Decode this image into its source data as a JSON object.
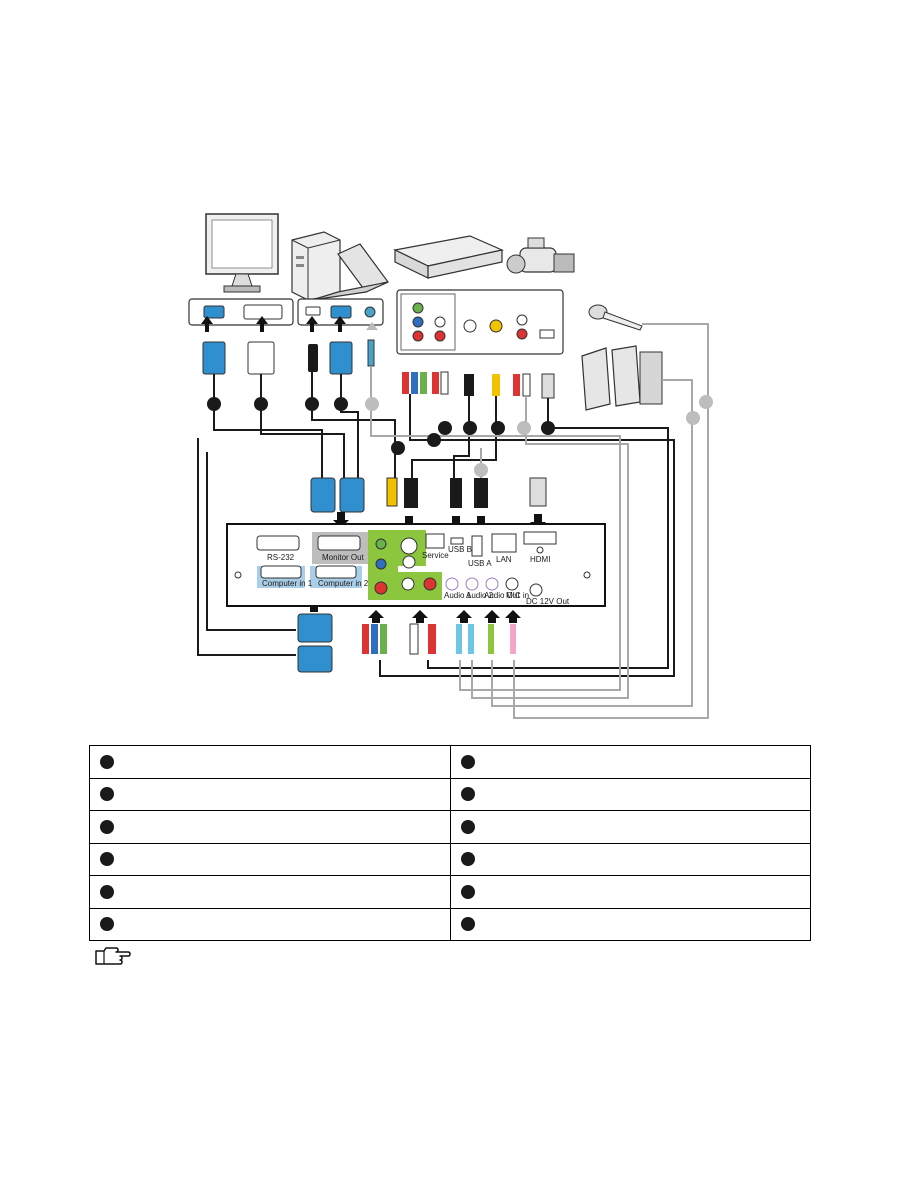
{
  "colors": {
    "vga_blue": "#2f8fcf",
    "cable_black": "#1a1a1a",
    "cable_gray": "#a8a8a8",
    "panel_fill": "#ffffff",
    "green_block": "#8cc63f",
    "label_bar": "#aacde8",
    "monitor_out_bar": "#bdbdbd"
  },
  "ports": {
    "rs232": "RS-232",
    "monitor_out": "Monitor Out",
    "computer_in_1": "Computer in 1",
    "computer_in_2": "Computer in 2",
    "service": "Service",
    "usb_b": "USB B",
    "usb_a": "USB A",
    "lan": "LAN",
    "hdmi": "HDMI",
    "audio_1": "Audio 1",
    "audio_2": "Audio 2",
    "audio_out": "Audio Out",
    "mic_in": "MIC in",
    "dc_12v_out": "DC 12V Out"
  },
  "legend": {
    "rows": [
      {
        "left": "",
        "right": ""
      },
      {
        "left": "",
        "right": ""
      },
      {
        "left": "",
        "right": ""
      },
      {
        "left": "",
        "right": ""
      },
      {
        "left": "",
        "right": ""
      },
      {
        "left": "",
        "right": ""
      }
    ]
  },
  "icons": {
    "note": "pointing-hand-icon",
    "badge": "numbered-circle-icon"
  }
}
